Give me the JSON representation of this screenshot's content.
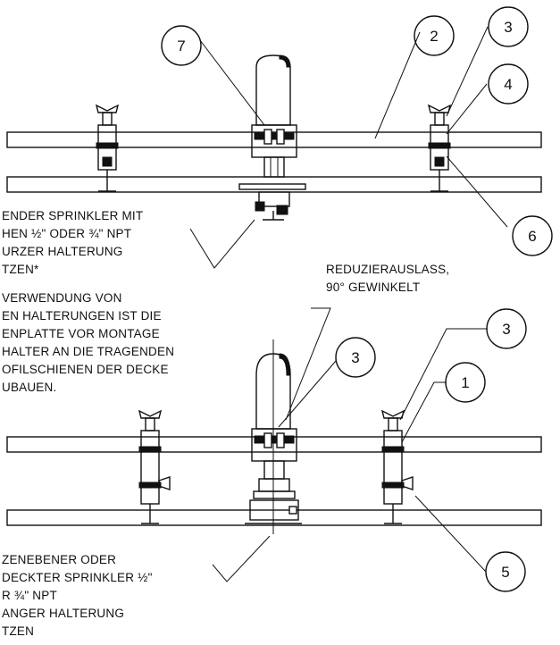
{
  "callouts": {
    "top": [
      "7",
      "2",
      "3",
      "4",
      "6"
    ],
    "bottom": [
      "3",
      "3",
      "1",
      "5"
    ]
  },
  "notes": {
    "pendent": [
      "ENDER SPRINKLER MIT",
      "HEN ½\" ODER ¾\" NPT",
      "URZER HALTERUNG",
      "TZEN*"
    ],
    "warning": [
      "VERWENDUNG VON",
      "EN HALTERUNGEN IST DIE",
      "ENPLATTE VOR MONTAGE",
      "HALTER AN DIE TRAGENDEN",
      "OFILSCHIENEN DER DECKE",
      "UBAUEN."
    ],
    "reducer": [
      "REDUZIERAUSLASS,",
      "90° GEWINKELT"
    ],
    "flush": [
      "ZENEBENER ODER",
      "DECKTER SPRINKLER ½\"",
      "R ¾\" NPT",
      "ANGER HALTERUNG",
      "TZEN"
    ]
  }
}
